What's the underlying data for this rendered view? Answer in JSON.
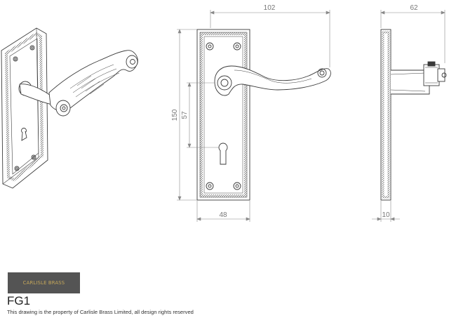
{
  "logo": {
    "text": "CARLISLE BRASS",
    "background": "#545454",
    "text_color": "#c6a85a"
  },
  "product_code": "FG1",
  "notice": "This drawing is the property of Carlisle Brass Limited, all design rights reserved",
  "dimensions": {
    "width_overall": "102",
    "depth_overall": "62",
    "height": "150",
    "keyhole_centre": "57",
    "plate_width": "48",
    "plate_thickness": "10"
  },
  "line_color": "#4a4a4a",
  "dim_color": "#888888"
}
